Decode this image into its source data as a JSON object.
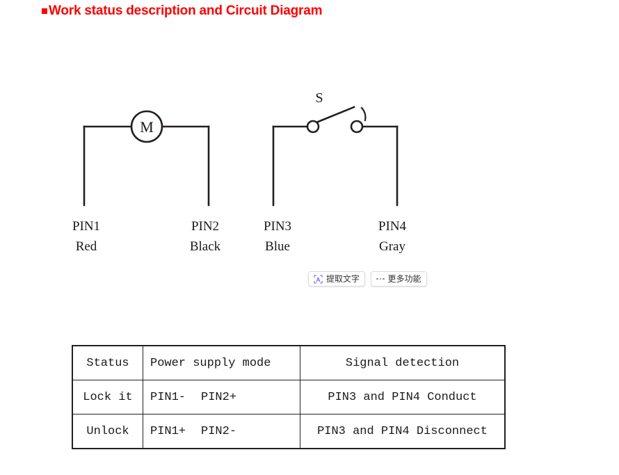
{
  "title": {
    "text": "Work status description and Circuit Diagram",
    "color": "#ff0000",
    "bullet": "square-bullet"
  },
  "diagram": {
    "motor_label": "M",
    "switch_label": "S",
    "pins": [
      {
        "name": "PIN1",
        "color": "Red"
      },
      {
        "name": "PIN2",
        "color": "Black"
      },
      {
        "name": "PIN3",
        "color": "Blue"
      },
      {
        "name": "PIN4",
        "color": "Gray"
      }
    ]
  },
  "ocr_toolbar": {
    "extract_text_label": "提取文字",
    "more_functions_label": "更多功能",
    "extract_icon_color": "#7b5cff"
  },
  "table": {
    "headers": [
      "Status",
      "Power supply mode",
      "Signal detection"
    ],
    "rows": [
      {
        "status": "Lock it",
        "power_pin1": "PIN1-",
        "power_pin2": "PIN2+",
        "signal": "PIN3 and PIN4 Conduct"
      },
      {
        "status": "Unlock",
        "power_pin1": "PIN1+",
        "power_pin2": "PIN2-",
        "signal": "PIN3 and PIN4 Disconnect"
      }
    ]
  }
}
